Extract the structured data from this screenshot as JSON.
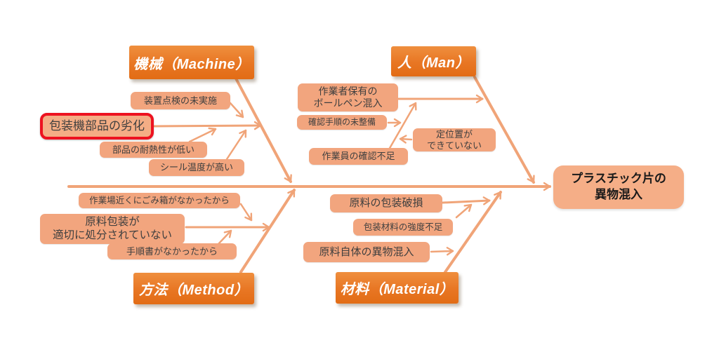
{
  "diagram": {
    "effect": {
      "label": "プラスチック片の\n異物混入"
    },
    "categories": {
      "machine": {
        "label": "機械（Machine）",
        "causes": [
          {
            "text": "装置点検の未実施",
            "highlighted": false
          },
          {
            "text": "包装機部品の劣化",
            "highlighted": true
          },
          {
            "text": "部品の耐熱性が低い",
            "highlighted": false
          },
          {
            "text": "シール温度が高い",
            "highlighted": false
          }
        ]
      },
      "man": {
        "label": "人（Man）",
        "causes": [
          {
            "text": "作業者保有の\nボールペン混入",
            "highlighted": false
          },
          {
            "text": "確認手順の未整備",
            "highlighted": false
          },
          {
            "text": "定位置が\nできていない",
            "highlighted": false
          },
          {
            "text": "作業員の確認不足",
            "highlighted": false
          }
        ]
      },
      "method": {
        "label": "方法（Method）",
        "causes": [
          {
            "text": "作業場近くにごみ箱がなかったから",
            "highlighted": false
          },
          {
            "text": "原料包装が\n適切に処分されていない",
            "highlighted": false
          },
          {
            "text": "手順書がなかったから",
            "highlighted": false
          }
        ]
      },
      "material": {
        "label": "材料（Material）",
        "causes": [
          {
            "text": "原料の包装破損",
            "highlighted": false
          },
          {
            "text": "包装材料の強度不足",
            "highlighted": false
          },
          {
            "text": "原料自体の異物混入",
            "highlighted": false
          }
        ]
      }
    },
    "colors": {
      "category_fill": "#e87623",
      "cause_fill": "#f2a57e",
      "effect_fill": "#f5ae87",
      "line": "#f0a478",
      "highlight_border": "#ed1220",
      "category_text": "#ffffff",
      "cause_text": "#3f3f3f",
      "effect_text": "#1a1a1a"
    }
  }
}
